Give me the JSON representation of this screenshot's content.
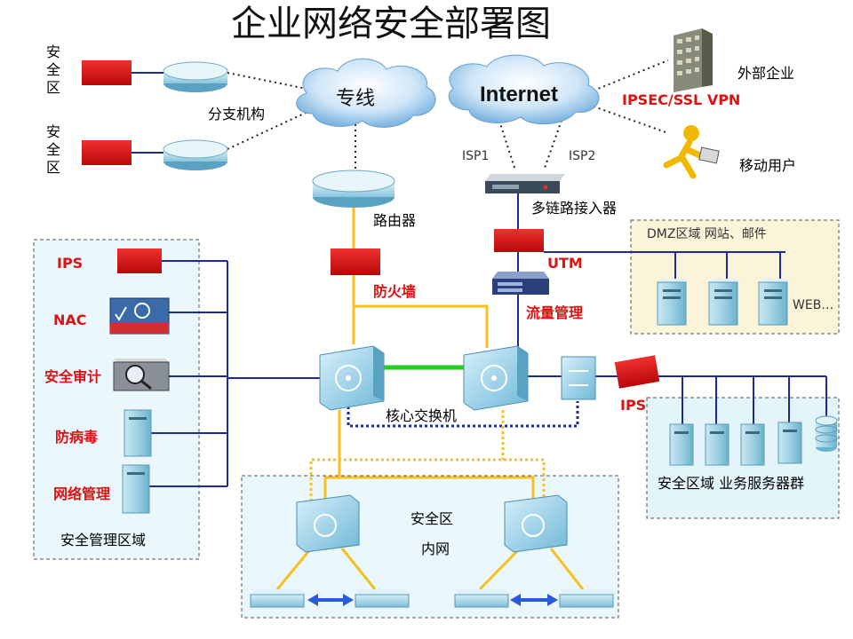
{
  "title": "企业网络安全部署图",
  "clouds": {
    "private_line": "专线",
    "internet": "Internet"
  },
  "labels": {
    "branch": "分支机构",
    "safe_zone_char1": "安",
    "safe_zone_char2": "全",
    "safe_zone_char3": "区",
    "router": "路由器",
    "firewall": "防火墙",
    "multilink": "多链路接入器",
    "isp1": "ISP1",
    "isp2": "ISP2",
    "external": "外部企业",
    "vpn": "IPSEC/SSL VPN",
    "mobile": "移动用户",
    "utm": "UTM",
    "traffic": "流量管理",
    "dmz": "DMZ区域  网站、邮件",
    "web": "WEB…",
    "core_switch": "核心交换机",
    "ips_right": "IPS",
    "biz_zone": "安全区域  业务服务器群",
    "ips_left": "IPS",
    "nac": "NAC",
    "audit": "安全审计",
    "antivirus": "防病毒",
    "netmgmt": "网络管理",
    "mgmt_zone": "安全管理区域",
    "intranet_zone": "安全区",
    "intranet": "内网"
  },
  "colors": {
    "red_label": "#e01010",
    "firewall_red": "#e01818",
    "zone_fill": "#fbf4d8",
    "zone_blue": "#e4f4fb",
    "link_blue": "#1e2a9c",
    "link_yellow": "#f5c020",
    "link_green": "#22d022",
    "switch_blue": "#9fd6ee"
  },
  "icons": {
    "router": "router-icon",
    "firewall": "firewall-icon",
    "switch": "core-switch-icon",
    "server": "server-icon",
    "building": "building-icon",
    "runner": "mobile-user-icon"
  }
}
